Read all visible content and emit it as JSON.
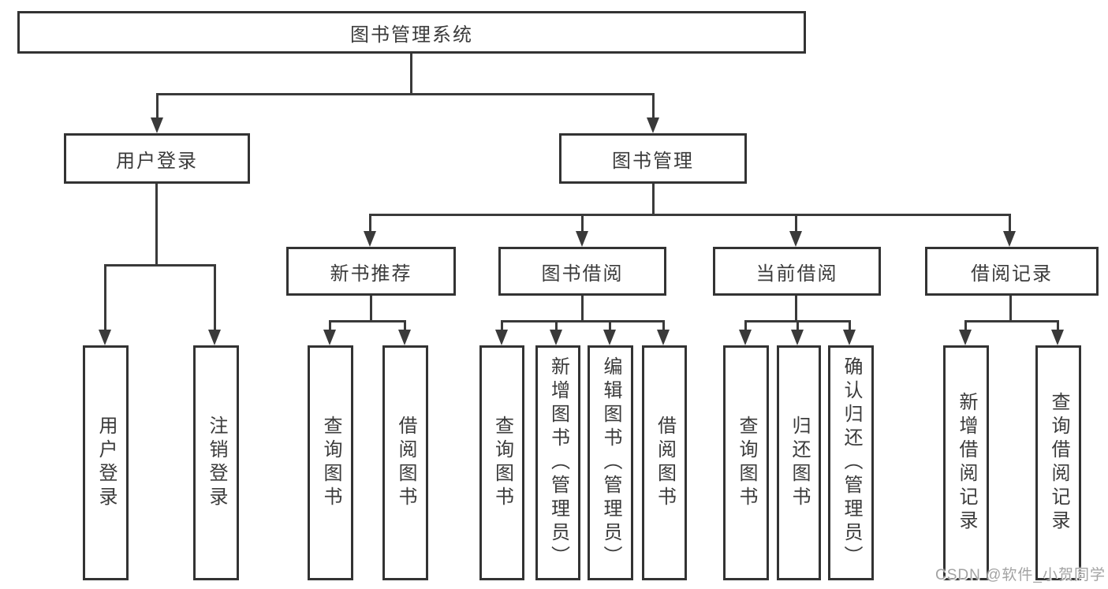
{
  "diagram_title": "图书管理系统",
  "colors": {
    "line": "#3a3a3a",
    "box_border": "#333333",
    "box_background": "#ffffff",
    "text": "#3b3b3b",
    "watermark": "#a3a3a3"
  },
  "nodes": {
    "root": {
      "label": "图书管理系统"
    },
    "user_login": {
      "label": "用户登录"
    },
    "book_mgmt": {
      "label": "图书管理"
    },
    "new_book_rec": {
      "label": "新书推荐"
    },
    "book_borrow": {
      "label": "图书借阅"
    },
    "current_borrow": {
      "label": "当前借阅"
    },
    "borrow_record": {
      "label": "借阅记录"
    },
    "leaf_user_login": {
      "label": "用户登录"
    },
    "leaf_logout": {
      "label": "注销登录"
    },
    "leaf_query_book_1": {
      "label": "查询图书"
    },
    "leaf_borrow_book_1": {
      "label": "借阅图书"
    },
    "leaf_query_book_2": {
      "label": "查询图书"
    },
    "leaf_add_book": {
      "label": "新增图书（管理员）"
    },
    "leaf_edit_book": {
      "label": "编辑图书（管理员）"
    },
    "leaf_borrow_book_2": {
      "label": "借阅图书"
    },
    "leaf_query_book_3": {
      "label": "查询图书"
    },
    "leaf_return_book": {
      "label": "归还图书"
    },
    "leaf_confirm_return": {
      "label": "确认归还（管理员）"
    },
    "leaf_add_borrow_record": {
      "label": "新增借阅记录"
    },
    "leaf_query_borrow_record": {
      "label": "查询借阅记录"
    }
  },
  "hierarchy": {
    "图书管理系统": {
      "用户登录": [
        "用户登录",
        "注销登录"
      ],
      "图书管理": {
        "新书推荐": [
          "查询图书",
          "借阅图书"
        ],
        "图书借阅": [
          "查询图书",
          "新增图书（管理员）",
          "编辑图书（管理员）",
          "借阅图书"
        ],
        "当前借阅": [
          "查询图书",
          "归还图书",
          "确认归还（管理员）"
        ],
        "借阅记录": [
          "新增借阅记录",
          "查询借阅记录"
        ]
      }
    }
  },
  "watermark": {
    "text": "CSDN @软件_小贺同学"
  }
}
